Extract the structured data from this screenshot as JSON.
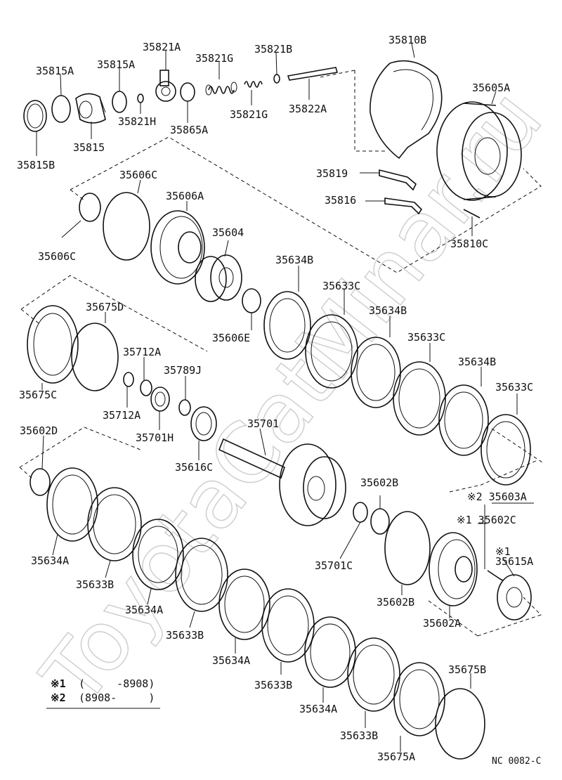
{
  "watermark": "ToyotaCatMinar.ru",
  "diagram_code": "NC 0082-C",
  "notes": [
    {
      "mark": "※1",
      "range": "(     -8908)"
    },
    {
      "mark": "※2",
      "range": "(8908-     )"
    }
  ],
  "labels": {
    "p35815A_1": "35815A",
    "p35815A_2": "35815A",
    "p35821A": "35821A",
    "p35821G_1": "35821G",
    "p35821B": "35821B",
    "p35810B": "35810B",
    "p35605A": "35605A",
    "p35815B": "35815B",
    "p35815": "35815",
    "p35821H": "35821H",
    "p35865A": "35865A",
    "p35821G_2": "35821G",
    "p35822A": "35822A",
    "p35819": "35819",
    "p35816": "35816",
    "p35810C": "35810C",
    "p35606C_1": "35606C",
    "p35606A": "35606A",
    "p35606C_2": "35606C",
    "p35604": "35604",
    "p35606E": "35606E",
    "p35634B_1": "35634B",
    "p35633C_1": "35633C",
    "p35634B_2": "35634B",
    "p35633C_2": "35633C",
    "p35634B_3": "35634B",
    "p35633C_3": "35633C",
    "p35675D": "35675D",
    "p35675C": "35675C",
    "p35712A_1": "35712A",
    "p35712A_2": "35712A",
    "p35789J": "35789J",
    "p35701H": "35701H",
    "p35701": "35701",
    "p35616C": "35616C",
    "p35602D": "35602D",
    "p35602B_1": "35602B",
    "p35603A": "※2 35603A",
    "p35602C": "※1 35602C",
    "p35615A_mark": "※1",
    "p35615A": "35615A",
    "p35634A_1": "35634A",
    "p35633B_1": "35633B",
    "p35634A_2": "35634A",
    "p35633B_2": "35633B",
    "p35634A_3": "35634A",
    "p35633B_3": "35633B",
    "p35634A_4": "35634A",
    "p35633B_4": "35633B",
    "p35675B": "35675B",
    "p35675A": "35675A",
    "p35701C": "35701C",
    "p35602B_2": "35602B",
    "p35602A": "35602A"
  }
}
